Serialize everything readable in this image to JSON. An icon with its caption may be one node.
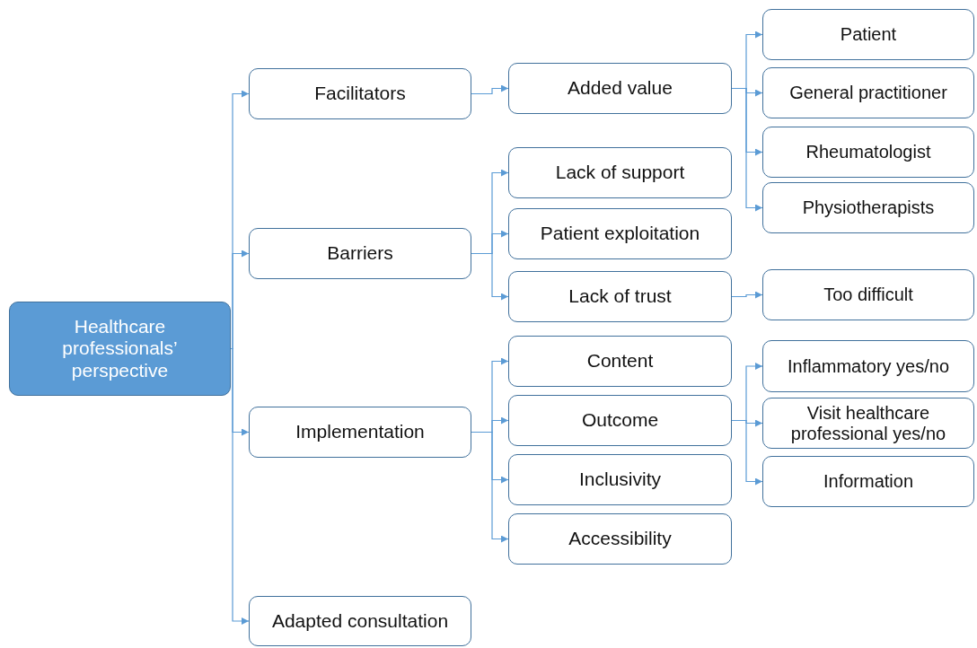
{
  "diagram": {
    "nodes": [
      {
        "text": [
          "Healthcare professionals’ perspective"
        ]
      },
      {
        "text": [
          "Facilitators"
        ]
      },
      {
        "text": [
          "Barriers"
        ]
      },
      {
        "text": [
          "Implementation"
        ]
      },
      {
        "text": [
          "Adapted consultation"
        ]
      },
      {
        "text": [
          "Added value"
        ]
      },
      {
        "text": [
          "Lack of support"
        ]
      },
      {
        "text": [
          "Patient exploitation"
        ]
      },
      {
        "text": [
          "Lack of trust"
        ]
      },
      {
        "text": [
          "Content"
        ]
      },
      {
        "text": [
          "Outcome"
        ]
      },
      {
        "text": [
          "Inclusivity"
        ]
      },
      {
        "text": [
          "Accessibility"
        ]
      },
      {
        "text": [
          "Patient"
        ]
      },
      {
        "text": [
          "General practitioner"
        ]
      },
      {
        "text": [
          "Rheumatologist"
        ]
      },
      {
        "text": [
          "Physiotherapists"
        ]
      },
      {
        "text": [
          "Too difficult"
        ]
      },
      {
        "text": [
          "Inflammatory yes/no"
        ]
      },
      {
        "text": [
          "Visit healthcare professional yes/no"
        ]
      },
      {
        "text": [
          "Information"
        ]
      }
    ],
    "edges": [
      {
        "from": 0,
        "to": 1,
        "arrow": "to"
      },
      {
        "from": 0,
        "to": 2,
        "arrow": "to"
      },
      {
        "from": 0,
        "to": 3,
        "arrow": "to"
      },
      {
        "from": 0,
        "to": 4,
        "arrow": "to"
      },
      {
        "from": 1,
        "to": 5,
        "arrow": "to"
      },
      {
        "from": 5,
        "to": 13,
        "arrow": "to"
      },
      {
        "from": 5,
        "to": 14,
        "arrow": "to"
      },
      {
        "from": 5,
        "to": 15,
        "arrow": "to"
      },
      {
        "from": 5,
        "to": 16,
        "arrow": "to"
      },
      {
        "from": 2,
        "to": 6,
        "arrow": "to"
      },
      {
        "from": 2,
        "to": 7,
        "arrow": "to"
      },
      {
        "from": 2,
        "to": 8,
        "arrow": "to"
      },
      {
        "from": 8,
        "to": 17,
        "arrow": "to"
      },
      {
        "from": 3,
        "to": 9,
        "arrow": "to"
      },
      {
        "from": 3,
        "to": 10,
        "arrow": "to"
      },
      {
        "from": 3,
        "to": 11,
        "arrow": "to"
      },
      {
        "from": 3,
        "to": 12,
        "arrow": "to"
      },
      {
        "from": 10,
        "to": 18,
        "arrow": "to"
      },
      {
        "from": 10,
        "to": 19,
        "arrow": "to"
      },
      {
        "from": 10,
        "to": 20,
        "arrow": "to"
      }
    ]
  }
}
